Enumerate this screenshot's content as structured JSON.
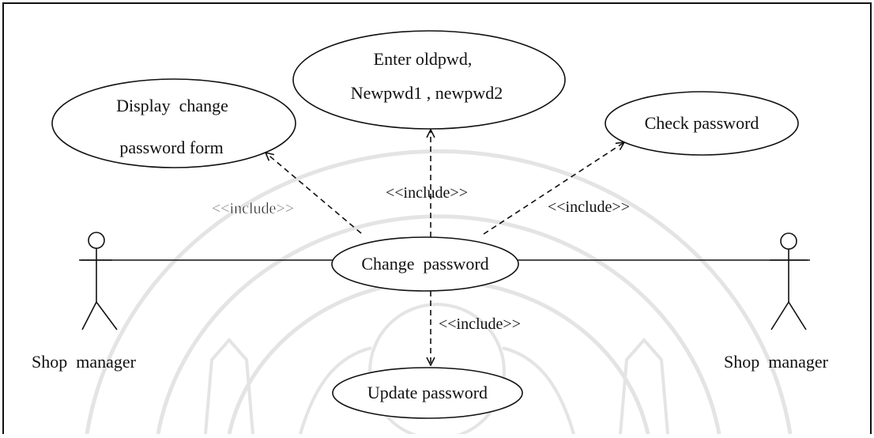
{
  "diagram": {
    "use_cases": {
      "display_form": {
        "line1": "Display  change",
        "line2": "password form"
      },
      "enter_pwd": {
        "line1": "Enter oldpwd,",
        "line2": "Newpwd1 , newpwd2"
      },
      "check_password": {
        "label": "Check password"
      },
      "change_password": {
        "label": "Change  password"
      },
      "update_password": {
        "label": "Update password"
      }
    },
    "relations": {
      "include_display": "<<include>>",
      "include_enter": "<<include>>",
      "include_check": "<<include>>",
      "include_update": "<<include>>"
    },
    "actors": {
      "left": "Shop  manager",
      "right": "Shop  manager"
    },
    "colors": {
      "line": "#111111",
      "watermark": "#e6e6e6",
      "background": "#ffffff"
    }
  }
}
